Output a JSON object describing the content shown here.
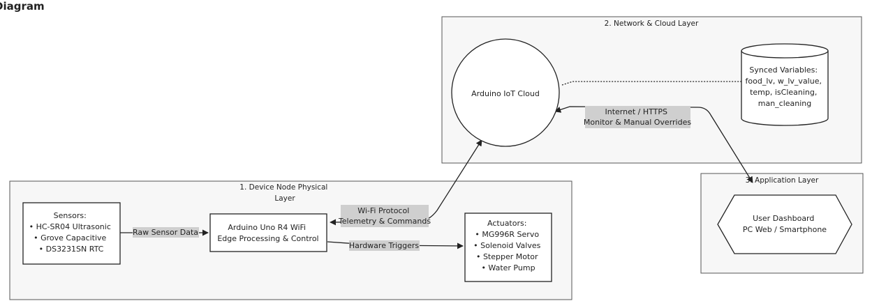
{
  "title": "Diagram",
  "layers": {
    "device": "1. Device Node Physical Layer",
    "cloud": "2. Network & Cloud Layer",
    "app": "3. Application Layer"
  },
  "nodes": {
    "sensors": [
      "Sensors:",
      "• HC-SR04 Ultrasonic",
      "• Grove Capacitive",
      "• DS3231SN RTC"
    ],
    "arduino": [
      "Arduino Uno R4 WiFi",
      "Edge Processing & Control"
    ],
    "actuators": [
      "Actuators:",
      "• MG996R Servo",
      "• Solenoid Valves",
      "• Stepper Motor",
      "• Water Pump"
    ],
    "cloud": [
      "Arduino IoT Cloud"
    ],
    "variables": [
      "Synced Variables:",
      "food_lv, w_lv_value,",
      "temp, isCleaning,",
      "man_cleaning"
    ],
    "dashboard": [
      "User Dashboard",
      "PC Web / Smartphone"
    ]
  },
  "edges": {
    "raw_sensor": [
      "Raw Sensor Data"
    ],
    "hardware_triggers": [
      "Hardware Triggers"
    ],
    "wifi": [
      "Wi-Fi Protocol",
      "Telemetry & Commands"
    ],
    "internet": [
      "Internet / HTTPS",
      "Monitor & Manual Overrides"
    ]
  },
  "colors": {
    "layer_fill": "#f7f7f7",
    "label_bg": "#cfcfcf",
    "stroke": "#222222"
  }
}
